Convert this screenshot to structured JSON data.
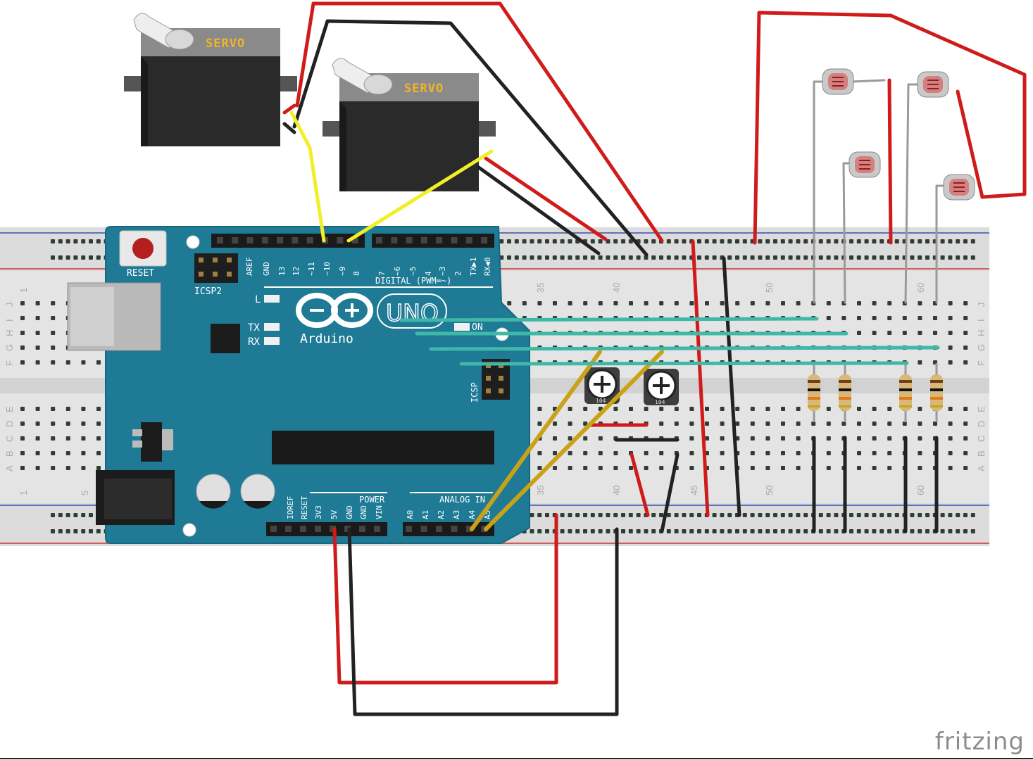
{
  "servos": [
    {
      "label": "SERVO"
    },
    {
      "label": "SERVO"
    }
  ],
  "arduino": {
    "reset_label": "RESET",
    "icsp2_label": "ICSP2",
    "icsp_label": "ICSP",
    "brand": "Arduino",
    "model": "UNO",
    "led_l": "L",
    "led_tx": "TX",
    "led_rx": "RX",
    "led_on": "ON",
    "digital_label": "DIGITAL (PWM=~)",
    "power_label": "POWER",
    "analog_label": "ANALOG IN",
    "digital_pins": [
      "AREF",
      "GND",
      "13",
      "12",
      "~11",
      "~10",
      "~9",
      "8",
      "7",
      "~6",
      "~5",
      "4",
      "~3",
      "2",
      "TX▶1",
      "RX◀0"
    ],
    "power_pins": [
      "IOREF",
      "RESET",
      "3V3",
      "5V",
      "GND",
      "GND",
      "VIN"
    ],
    "analog_pins": [
      "A0",
      "A1",
      "A2",
      "A3",
      "A4",
      "A5"
    ]
  },
  "breadboard": {
    "col_labels_top": [
      "1",
      "35",
      "40",
      "50",
      "60"
    ],
    "col_labels_bottom": [
      "1",
      "5",
      "35",
      "40",
      "45",
      "50",
      "60"
    ],
    "row_letters_left_top": [
      "J",
      "I",
      "H",
      "G",
      "F"
    ],
    "row_letters_left_bottom": [
      "E",
      "D",
      "C",
      "B",
      "A"
    ],
    "row_letters_right_top": [
      "J",
      "I",
      "H",
      "G",
      "F"
    ],
    "row_letters_right_bottom": [
      "E",
      "D",
      "C",
      "B",
      "A"
    ]
  },
  "potentiometers": [
    {
      "code": "104"
    },
    {
      "code": "104"
    }
  ],
  "logo": "fritzing",
  "colors": {
    "wire_red": "#d01b1b",
    "wire_black": "#222222",
    "wire_yellow": "#f2ee28",
    "wire_cyan": "#3fb8a8",
    "wire_gold": "#c9a21a",
    "wire_gray": "#9a9a9a",
    "board_teal": "#1f7a96",
    "breadboard": "#e2e2e2"
  }
}
